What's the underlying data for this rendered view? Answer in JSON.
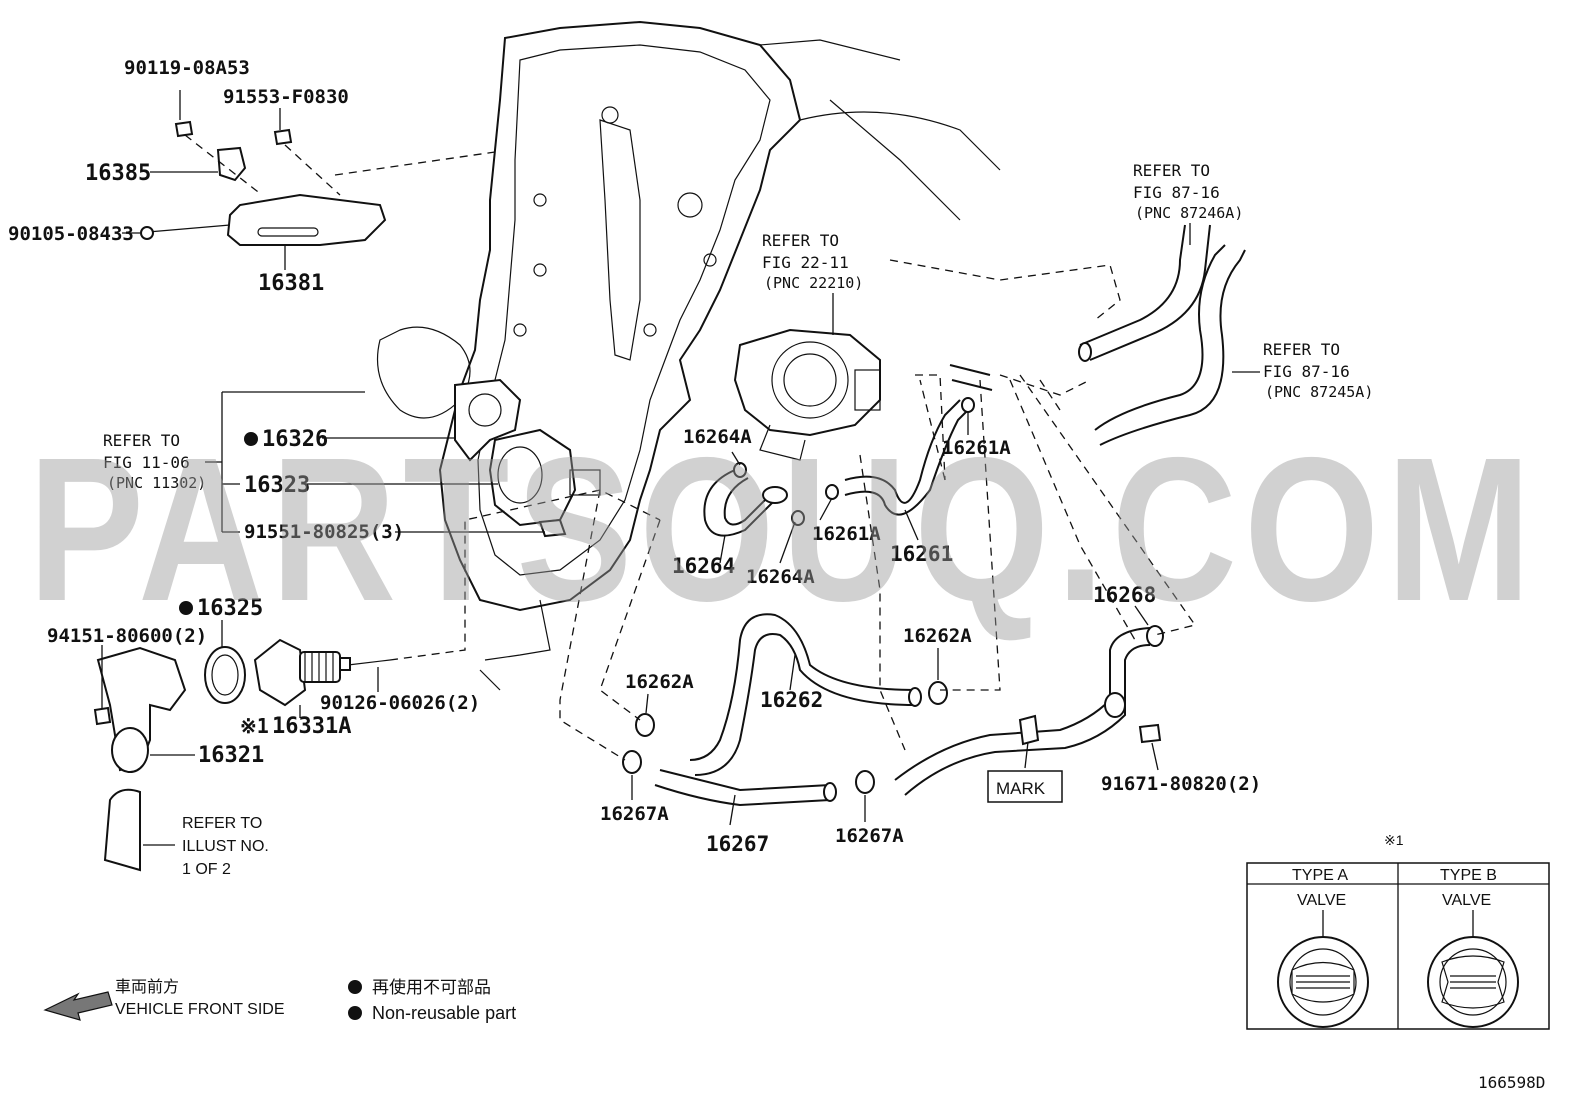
{
  "watermark": "PARTSOUQ.COM",
  "diagram_id": "166598D",
  "labels": {
    "p90119": "90119-08A53",
    "p91553": "91553-F0830",
    "p16385": "16385",
    "p90105": "90105-08433",
    "p16381": "16381",
    "p16326": "16326",
    "p16323": "16323",
    "p91551": "91551-80825(3)",
    "p16325": "16325",
    "p94151": "94151-80600(2)",
    "p16331A": "16331A",
    "p90126": "90126-06026(2)",
    "p16321": "16321",
    "p16264A_top": "16264A",
    "p16264": "16264",
    "p16264A_bot": "16264A",
    "p16261A_top": "16261A",
    "p16261A_mid": "16261A",
    "p16261": "16261",
    "p16262A_right": "16262A",
    "p16262A_left": "16262A",
    "p16262": "16262",
    "p16267A_left": "16267A",
    "p16267": "16267",
    "p16267A_right": "16267A",
    "p16268": "16268",
    "p91671": "91671-80820(2)",
    "mark": "MARK",
    "kome_mark": "※1",
    "kome": "※1"
  },
  "refs": {
    "fig1106": [
      "REFER TO",
      "FIG 11-06",
      "(PNC 11302)"
    ],
    "fig2211": [
      "REFER TO",
      "FIG 22-11",
      "(PNC 22210)"
    ],
    "fig8716a": [
      "REFER TO",
      "FIG 87-16",
      "(PNC 87246A)"
    ],
    "fig8716b": [
      "REFER TO",
      "FIG 87-16",
      "(PNC 87245A)"
    ],
    "illust": [
      "REFER TO",
      "ILLUST NO.",
      "1 OF 2"
    ]
  },
  "legend": {
    "front_jp": "車両前方",
    "front_en": "VEHICLE FRONT SIDE",
    "nonreusable_jp": "再使用不可部品",
    "nonreusable_en": "Non-reusable part"
  },
  "type_table": {
    "type_a": "TYPE A",
    "type_b": "TYPE B",
    "valve_a": "VALVE",
    "valve_b": "VALVE"
  }
}
